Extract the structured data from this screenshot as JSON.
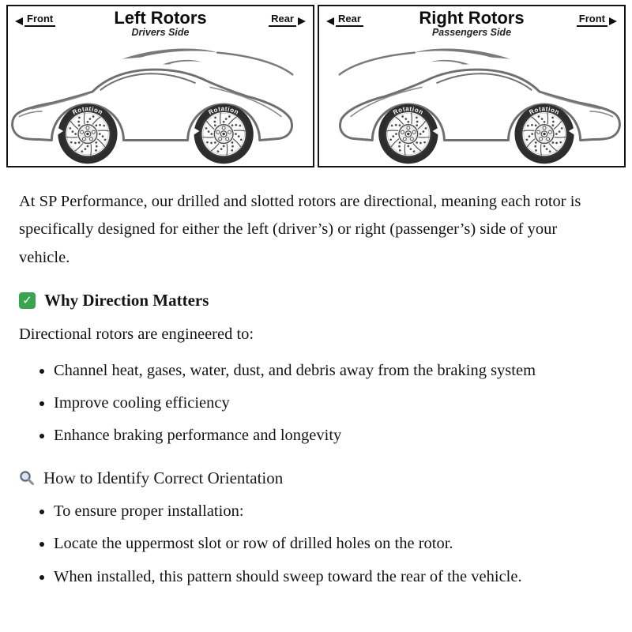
{
  "diagram": {
    "panels": [
      {
        "title": "Left Rotors",
        "subtitle": "Drivers Side",
        "top_left_label": "Front",
        "top_right_label": "Rear",
        "rotation_label": "Rotation"
      },
      {
        "title": "Right Rotors",
        "subtitle": "Passengers Side",
        "top_left_label": "Rear",
        "top_right_label": "Front",
        "rotation_label": "Rotation"
      }
    ],
    "colors": {
      "line_art": "#6f6f6f",
      "tire": "#2d2d2d",
      "border": "#141414"
    }
  },
  "article": {
    "intro": "At SP Performance, our drilled and slotted rotors are directional, meaning each rotor is specifically designed for either the left (driver’s) or right (passenger’s) side of your vehicle.",
    "sections": [
      {
        "icon": "check-mark",
        "icon_color": "#3aa34f",
        "heading": "Why Direction Matters",
        "lead": "Directional rotors are engineered to:",
        "bullets": [
          "Channel heat, gases, water, dust, and debris away from the braking system",
          "Improve cooling efficiency",
          "Enhance braking performance and longevity"
        ]
      },
      {
        "icon": "magnifier",
        "heading": "How to Identify Correct Orientation",
        "bullets": [
          "To ensure proper installation:",
          "Locate the uppermost slot or row of drilled holes on the rotor.",
          "When installed, this pattern should sweep toward the rear of the vehicle."
        ]
      }
    ]
  }
}
